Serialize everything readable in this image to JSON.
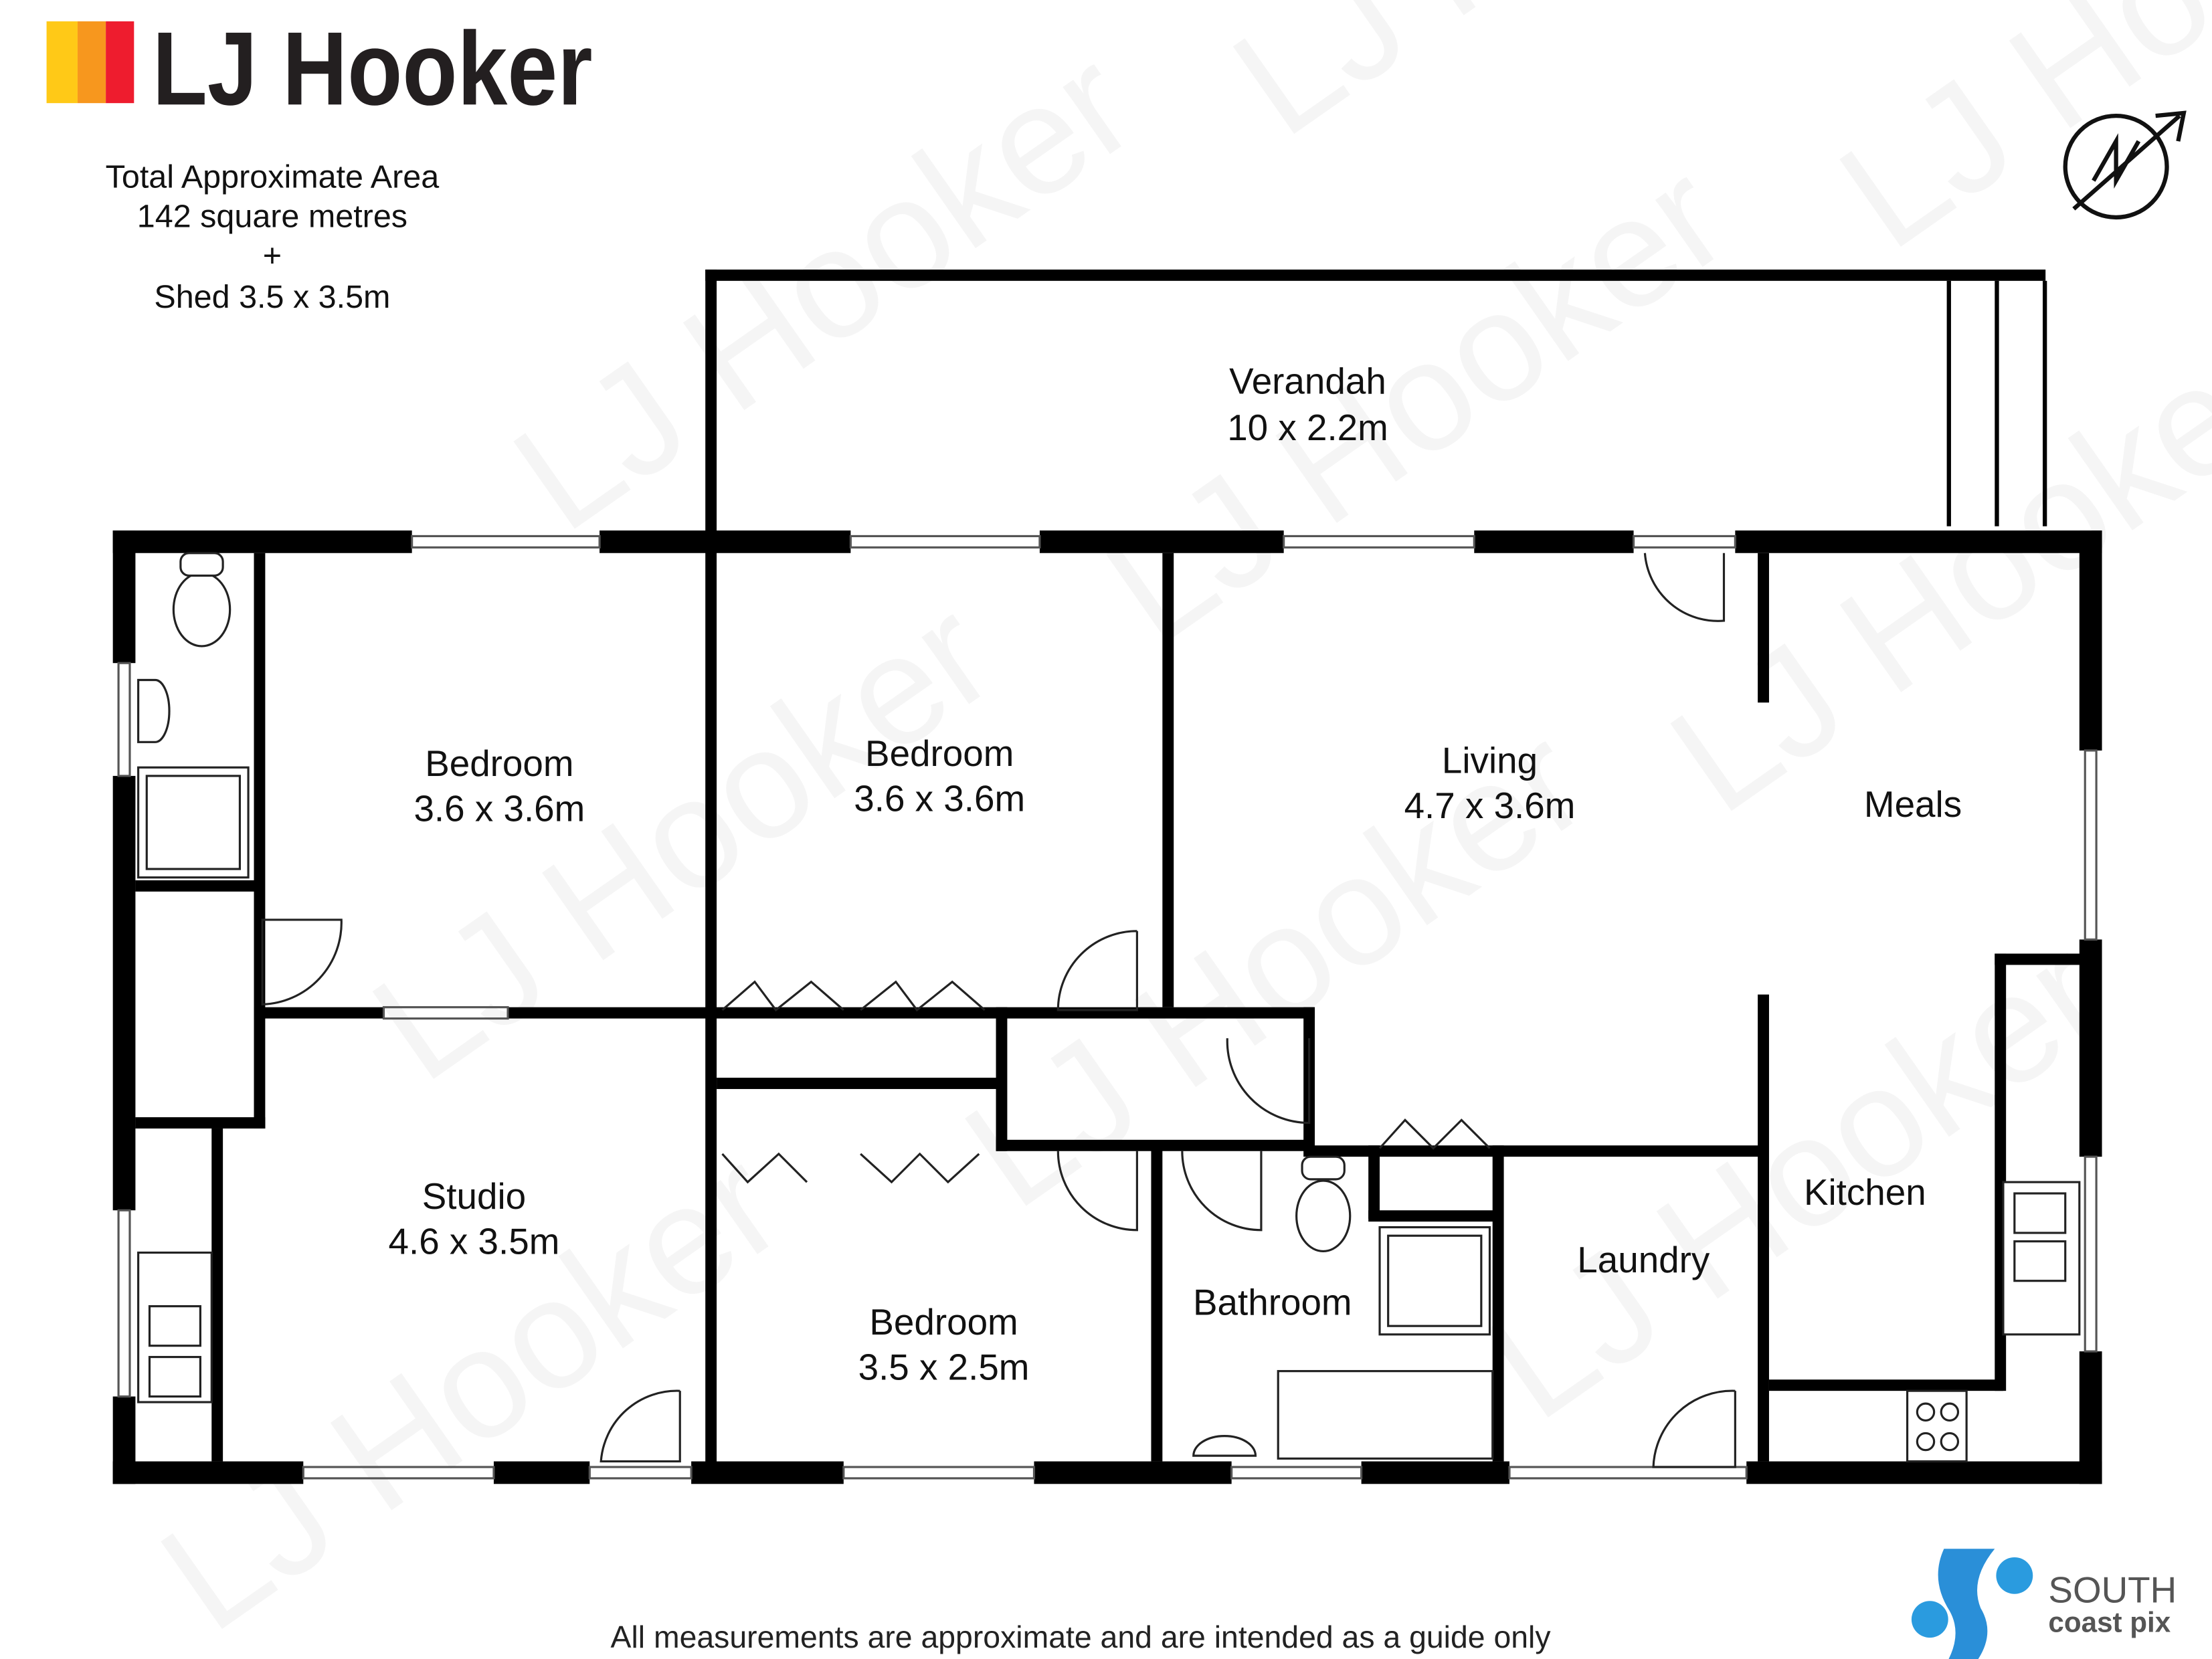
{
  "brand": {
    "name": "LJ Hooker",
    "colors": [
      "#FFC917",
      "#F7971E",
      "#EE1C2E"
    ],
    "text_color": "#231F20"
  },
  "area_info": {
    "line1": "Total Approximate Area",
    "line2": "142 square metres",
    "line3": "+",
    "line4": "Shed 3.5 x 3.5m"
  },
  "rooms": [
    {
      "name": "Verandah",
      "size": "10 x 2.2m"
    },
    {
      "name": "Bedroom",
      "size": "3.6 x 3.6m"
    },
    {
      "name": "Bedroom",
      "size": "3.6 x 3.6m"
    },
    {
      "name": "Living",
      "size": "4.7 x 3.6m"
    },
    {
      "name": "Meals",
      "size": ""
    },
    {
      "name": "Studio",
      "size": "4.6 x 3.5m"
    },
    {
      "name": "Bedroom",
      "size": "3.5 x 2.5m"
    },
    {
      "name": "Bathroom",
      "size": ""
    },
    {
      "name": "Laundry",
      "size": ""
    },
    {
      "name": "Kitchen",
      "size": ""
    }
  ],
  "watermark": "LJ Hooker",
  "disclaimer": "All measurements are approximate and are intended as a guide only",
  "photographer": {
    "line1": "SOUTH",
    "line2": "coast pix",
    "color": "#2A8FD8"
  }
}
